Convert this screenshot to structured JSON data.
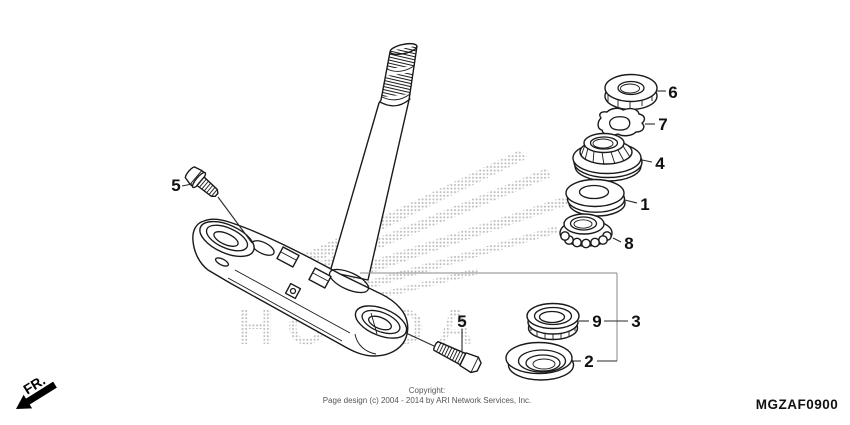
{
  "colors": {
    "ink": "#1a1a1a",
    "watermark_gray": "#bfbfbf",
    "bracket_gray": "#8a8a8a",
    "background": "#ffffff"
  },
  "diagram": {
    "code": "MGZAF0900",
    "front_marker": "FR.",
    "watermark_text": "HONDA",
    "copyright_line1": "Copyright:",
    "copyright_line2": "Page design (c) 2004 - 2014 by ARI Network Services, Inc.",
    "callouts": {
      "n1": "1",
      "n2": "2",
      "n3": "3",
      "n4": "4",
      "n5_upper": "5",
      "n5_lower": "5",
      "n6": "6",
      "n7": "7",
      "n8": "8",
      "n9": "9"
    }
  }
}
